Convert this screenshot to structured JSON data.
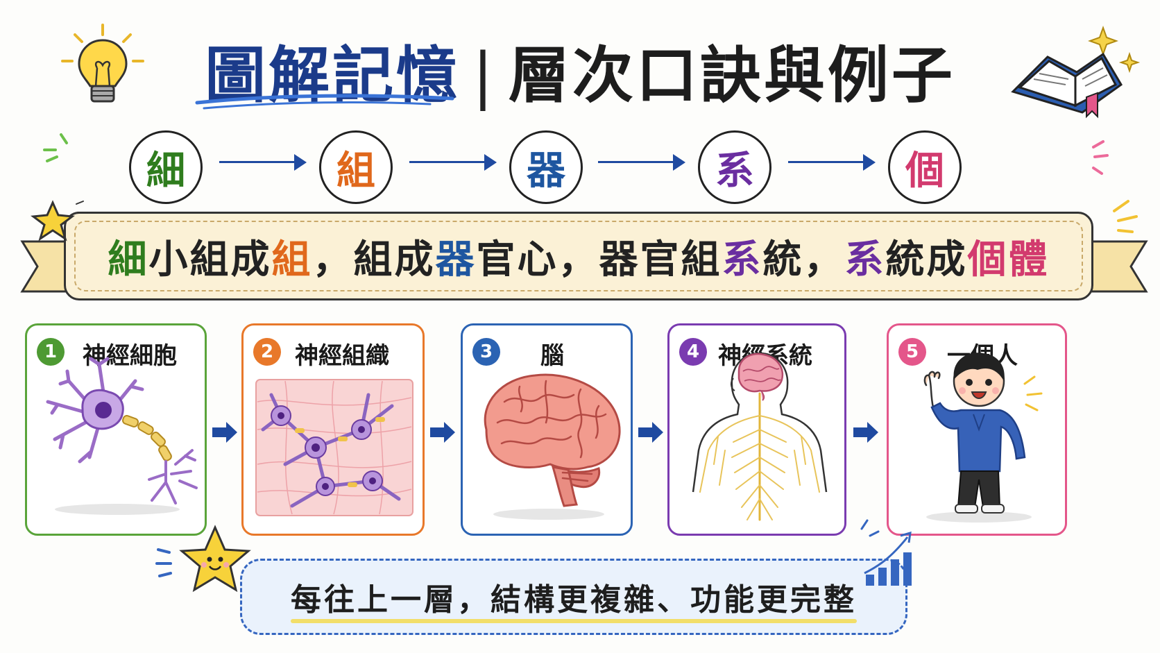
{
  "title": {
    "part1": "圖解記憶",
    "separator": "|",
    "part2": "層次口訣與例子"
  },
  "levels": [
    {
      "char": "細",
      "color": "#2f7d1e"
    },
    {
      "char": "組",
      "color": "#e0681c"
    },
    {
      "char": "器",
      "color": "#1e56a0"
    },
    {
      "char": "系",
      "color": "#6a2ea0"
    },
    {
      "char": "個",
      "color": "#d23a6e"
    }
  ],
  "mnemonic": [
    {
      "text": "細",
      "color": "#2f7d1e"
    },
    {
      "text": "小組成",
      "color": "#222222"
    },
    {
      "text": "組",
      "color": "#e0681c"
    },
    {
      "text": "，組成",
      "color": "#222222"
    },
    {
      "text": "器",
      "color": "#1e56a0"
    },
    {
      "text": "官心，器官組",
      "color": "#222222"
    },
    {
      "text": "系",
      "color": "#6a2ea0"
    },
    {
      "text": "統，",
      "color": "#222222"
    },
    {
      "text": "系",
      "color": "#6a2ea0"
    },
    {
      "text": "統成",
      "color": "#222222"
    },
    {
      "text": "個體",
      "color": "#d23a6e"
    }
  ],
  "panels": [
    {
      "number": "1",
      "label": "神經細胞",
      "color": "#5aa43a",
      "icon": "neuron-illustration"
    },
    {
      "number": "2",
      "label": "神經組織",
      "color": "#e8782a",
      "icon": "nerve-tissue-illustration"
    },
    {
      "number": "3",
      "label": "腦",
      "color": "#2b63b3",
      "icon": "brain-illustration"
    },
    {
      "number": "4",
      "label": "神經系統",
      "color": "#7a3bb0",
      "icon": "nervous-system-illustration"
    },
    {
      "number": "5",
      "label": "一個人",
      "color": "#e4568a",
      "icon": "person-illustration"
    }
  ],
  "summary": "每往上一層，結構更複雜、功能更完整",
  "decorations": [
    "lightbulb-icon",
    "book-icon",
    "sparkle-icon",
    "star-icon",
    "smiling-star-icon",
    "bar-chart-icon"
  ]
}
